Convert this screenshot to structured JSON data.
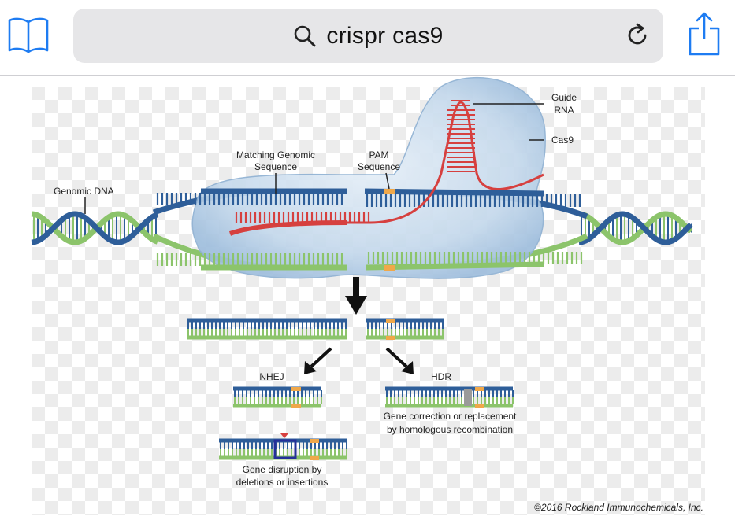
{
  "browser": {
    "search_query": "crispr cas9"
  },
  "diagram": {
    "labels": {
      "genomic_dna": "Genomic DNA",
      "matching_line1": "Matching Genomic",
      "matching_line2": "Sequence",
      "pam_line1": "PAM",
      "pam_line2": "Sequence",
      "guide_line1": "Guide",
      "guide_line2": "RNA",
      "cas9": "Cas9",
      "nhej": "NHEJ",
      "hdr": "HDR",
      "hdr_caption_line1": "Gene correction or replacement",
      "hdr_caption_line2": "by homologous recombination",
      "nhej_caption_line1": "Gene disruption by",
      "nhej_caption_line2": "deletions or insertions",
      "copyright": "©2016 Rockland Immunochemicals, Inc."
    },
    "colors": {
      "strand_blue": "#2e5e99",
      "strand_green": "#8cc46b",
      "rna_red": "#d6403f",
      "pam_orange": "#f0a84a",
      "cas9_fill": "#b8d1e6",
      "insertion_gray": "#9a9a9a",
      "deletion_navy": "#25309a",
      "marker_red": "#d6403f"
    }
  }
}
